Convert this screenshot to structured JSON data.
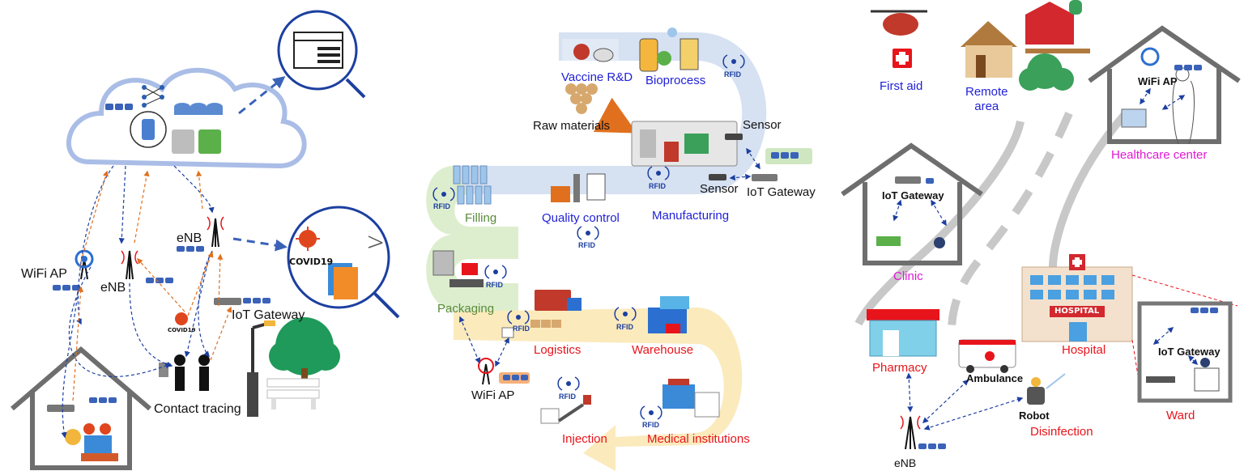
{
  "panel_left": {
    "wifi_ap": "WiFi AP",
    "enb_1": "eNB",
    "enb_2": "eNB",
    "iot_gateway": "IoT Gateway",
    "contact_tracing": "Contact tracing",
    "covid_badge": "COVID19",
    "covid_small": "COVID19"
  },
  "panel_middle": {
    "vaccine_rd": "Vaccine R&D",
    "bioprocess": "Bioprocess",
    "raw_materials": "Raw materials",
    "sensor_top": "Sensor",
    "sensor_bottom": "Sensor",
    "iot_gateway": "IoT Gateway",
    "manufacturing": "Manufacturing",
    "quality_control": "Quality control",
    "filling": "Filling",
    "packaging": "Packaging",
    "logistics": "Logistics",
    "warehouse": "Warehouse",
    "wifi_ap": "WiFi AP",
    "injection": "Injection",
    "medical_institutions": "Medical institutions",
    "rfid": "RFID"
  },
  "panel_right": {
    "first_aid": "First aid",
    "remote_area": "Remote\narea",
    "healthcare_center": "Healthcare center",
    "wifi_ap": "WiFi AP",
    "clinic": "Clinic",
    "clinic_gateway": "IoT Gateway",
    "hospital": "Hospital",
    "hospital_sign": "HOSPITAL",
    "pharmacy": "Pharmacy",
    "ambulance": "Ambulance",
    "robot": "Robot",
    "disinfection": "Disinfection",
    "enb": "eNB",
    "ward": "Ward",
    "ward_gateway": "IoT Gateway"
  },
  "colors": {
    "cloud_outline": "#a9bde6",
    "arrow_blue": "#1c3fa0",
    "arrow_orange": "#e0701e",
    "house_outline": "#6e6e6e",
    "band_blue": "#cfdcf0",
    "band_green": "#d9ecc9",
    "band_yellow": "#fbe9b8",
    "road": "#c8c8c8"
  }
}
